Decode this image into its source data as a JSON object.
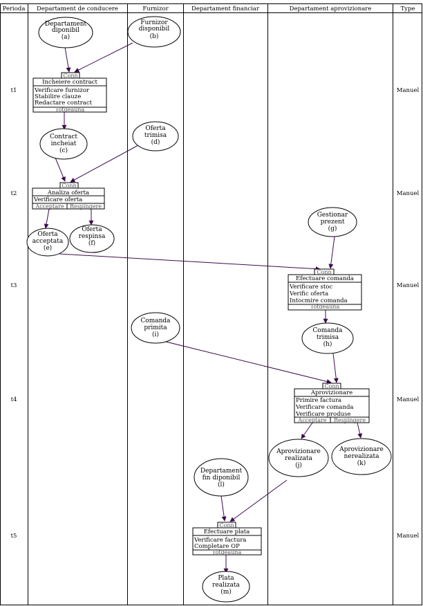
{
  "lanes": {
    "period": "Perioda",
    "conducere": "Departament de conducere",
    "furnizor": "Furnizor",
    "financiar": "Departament financiar",
    "aprovizionare": "Departament aprovizionare",
    "type": "Type"
  },
  "periods": [
    "t1",
    "t2",
    "t3",
    "t4",
    "t5"
  ],
  "types": [
    "Manuel",
    "Manuel",
    "Manuel",
    "Manuel",
    "Manuel"
  ],
  "connector_label": "Conn",
  "events": {
    "a": [
      "Departament",
      "diponibil",
      "(a)"
    ],
    "b": [
      "Furnizor",
      "disponibil",
      "(b)"
    ],
    "c": [
      "Contract",
      "incheiat",
      "(c)"
    ],
    "d": [
      "Oferta",
      "trimisa",
      "(d)"
    ],
    "e": [
      "Oferta",
      "acceptata",
      "(e)"
    ],
    "f": [
      "Oferta",
      "respinsa",
      "(f)"
    ],
    "g": [
      "Gestionar",
      "prezent",
      "(g)"
    ],
    "h": [
      "Comanda",
      "trimisa",
      "(h)"
    ],
    "i": [
      "Comanda",
      "primita",
      "(i)"
    ],
    "j": [
      "Aprovizionare",
      "realizata",
      "(j)"
    ],
    "k": [
      "Aprovizionare",
      "nerealizata",
      "(k)"
    ],
    "l": [
      "Departament",
      "fin diponibil",
      "(l)"
    ],
    "m": [
      "Plata",
      "realizata",
      "(m)"
    ]
  },
  "functions": {
    "f1": {
      "title": "Incheiere contract",
      "lines": [
        "Verificare furnizor",
        "Stabilire clauze",
        "Redactare contract"
      ],
      "footer": "Totdeauna"
    },
    "f2": {
      "title": "Analiza oferta",
      "lines": [
        "Verificare oferta"
      ],
      "footer_left": "Acceptare",
      "footer_right": "Respingere"
    },
    "f3": {
      "title": "Efectuare comanda",
      "lines": [
        "Verificare stoc",
        "Verific oferta",
        "Intocmire comanda"
      ],
      "footer": "Totdeauna"
    },
    "f4": {
      "title": "Aprovizionare",
      "lines": [
        "Primire factura",
        "Verificare comanda",
        "Verificare produse"
      ],
      "footer_left": "Acceptare",
      "footer_right": "Respingere"
    },
    "f5": {
      "title": "Efectuare plata",
      "lines": [
        "Verificare factura",
        "Completare OP"
      ],
      "footer": "Totdeauna"
    }
  },
  "colors": {
    "arrow": "#3d0a4f",
    "border": "#000000",
    "muted_text": "#555555"
  }
}
